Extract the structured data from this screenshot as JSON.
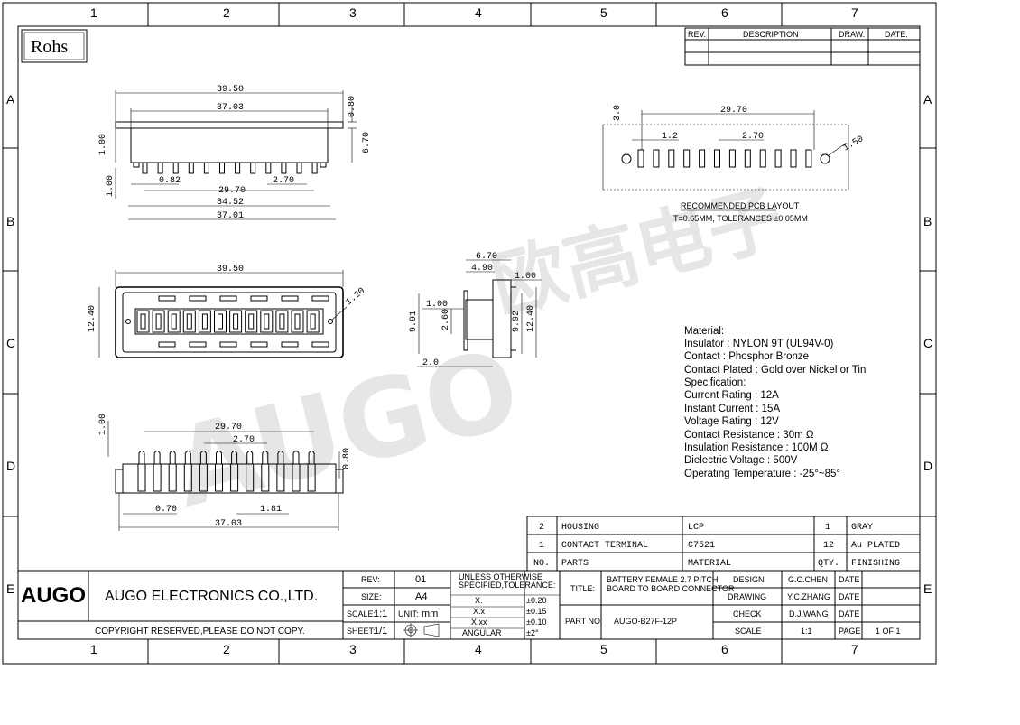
{
  "frame": {
    "zones_top": [
      "1",
      "2",
      "3",
      "4",
      "5",
      "6",
      "7"
    ],
    "zones_side": [
      "A",
      "B",
      "C",
      "D",
      "E"
    ]
  },
  "rohs": "Rohs",
  "revision_table": {
    "headers": [
      "REV.",
      "DESCRIPTION",
      "DRAW.",
      "DATE."
    ]
  },
  "watermark": {
    "latin": "AUGO",
    "cjk": "欧高电子"
  },
  "top_view": {
    "dims": {
      "overall": "39.50",
      "body": "37.03",
      "thick": "0.80",
      "height": "6.70",
      "d1": "1.00",
      "d2": "1.00",
      "pin_w": "0.82",
      "span": "29.70",
      "pitch": "2.70",
      "total": "34.52",
      "base": "37.01"
    }
  },
  "front_view": {
    "dims": {
      "width": "39.50",
      "height": "12.40",
      "hole": "1.20"
    }
  },
  "side_view": {
    "dims": {
      "a": "6.70",
      "b": "4.90",
      "c": "1.00",
      "d": "1.00",
      "h1": "9.91",
      "h2": "2.60",
      "h3": "9.92",
      "h4": "12.40",
      "e": "2.0"
    }
  },
  "bottom_view": {
    "dims": {
      "d": "1.00",
      "span": "29.70",
      "pitch": "2.70",
      "thick": "0.80",
      "pin": "0.70",
      "gap": "1.81",
      "base": "37.03"
    }
  },
  "pcb_layout": {
    "dims": {
      "edge": "3.0",
      "span": "29.70",
      "gap": "1.2",
      "pitch": "2.70",
      "hole": "1.50"
    },
    "title": "RECOMMENDED PCB LAYOUT",
    "note": "T=0.65MM, TOLERANCES ±0.05MM"
  },
  "spec": [
    "Material:",
    "Insulator : NYLON 9T (UL94V-0)",
    "Contact : Phosphor  Bronze",
    "Contact Plated : Gold over Nickel or Tin",
    "Specification:",
    "Current Rating : 12A",
    "Instant Current : 15A",
    "Voltage Rating : 12V",
    "Contact Resistance : 30m   Ω",
    "Insulation Resistance : 100M   Ω",
    "Dielectric  Voltage : 500V",
    "Operating Temperature : -25°~85°"
  ],
  "bom": {
    "rows": [
      {
        "no": "2",
        "part": "HOUSING",
        "material": "LCP",
        "qty": "1",
        "finishing": "GRAY"
      },
      {
        "no": "1",
        "part": "CONTACT TERMINAL",
        "material": "C7521",
        "qty": "12",
        "finishing": "Au PLATED"
      }
    ],
    "header": {
      "no": "NO.",
      "part": "PARTS",
      "material": "MATERIAL",
      "qty": "QTY.",
      "finishing": "FINISHING"
    }
  },
  "title_block": {
    "logo": "AUGO",
    "company": "AUGO ELECTRONICS CO.,LTD.",
    "copyright": "COPYRIGHT RESERVED,PLEASE DO NOT COPY.",
    "rev_label": "REV:",
    "rev": "01",
    "size_label": "SIZE:",
    "size": "A4",
    "scale_label": "SCALE:",
    "scale": "1:1",
    "unit_label": "UNIT:",
    "unit": "mm",
    "sheet_label": "SHEET:",
    "sheet": "1/1",
    "tol_title": "UNLESS OTHERWISE SPECIFIED,TOLERANCE:",
    "tol_rows": [
      {
        "k": "X.",
        "v": "±0.20"
      },
      {
        "k": "X.x",
        "v": "±0.15"
      },
      {
        "k": "X.xx",
        "v": "±0.10"
      },
      {
        "k": "ANGULAR",
        "v": "±2°"
      }
    ],
    "title_label": "TITLE:",
    "title": "BATTERY FEMALE 2.7 PITCH BOARD TO BOARD CONNECTOR",
    "partno_label": "PART NO:",
    "partno": "AUGO-B27F-12P",
    "roles": [
      {
        "role": "DESIGN",
        "name": "G.C.CHEN",
        "date": "DATE"
      },
      {
        "role": "DRAWING",
        "name": "Y.C.ZHANG",
        "date": "DATE"
      },
      {
        "role": "CHECK",
        "name": "D.J.WANG",
        "date": "DATE"
      }
    ],
    "scale2_label": "SCALE",
    "scale2": "1:1",
    "page_label": "PAGE",
    "page": "1 OF 1"
  }
}
